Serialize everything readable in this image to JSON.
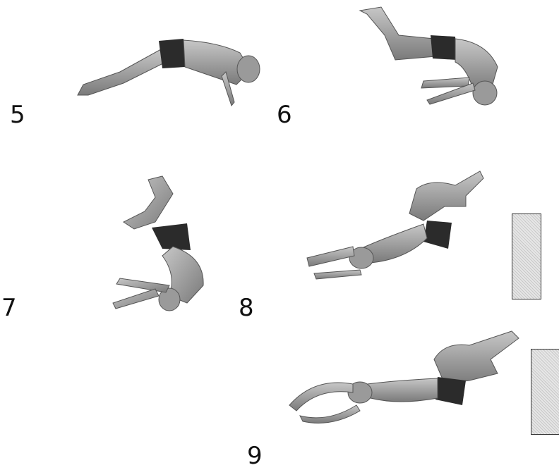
{
  "frames": [
    {
      "label": "5"
    },
    {
      "label": "6"
    },
    {
      "label": "7"
    },
    {
      "label": "8"
    },
    {
      "label": "9"
    }
  ],
  "colors": {
    "skin": "#b5b5b5",
    "skin_shadow": "#7d7d7d",
    "trunks": "#2b2b2b",
    "wall_fill": "#d6d6d6",
    "wall_border": "#333333"
  }
}
